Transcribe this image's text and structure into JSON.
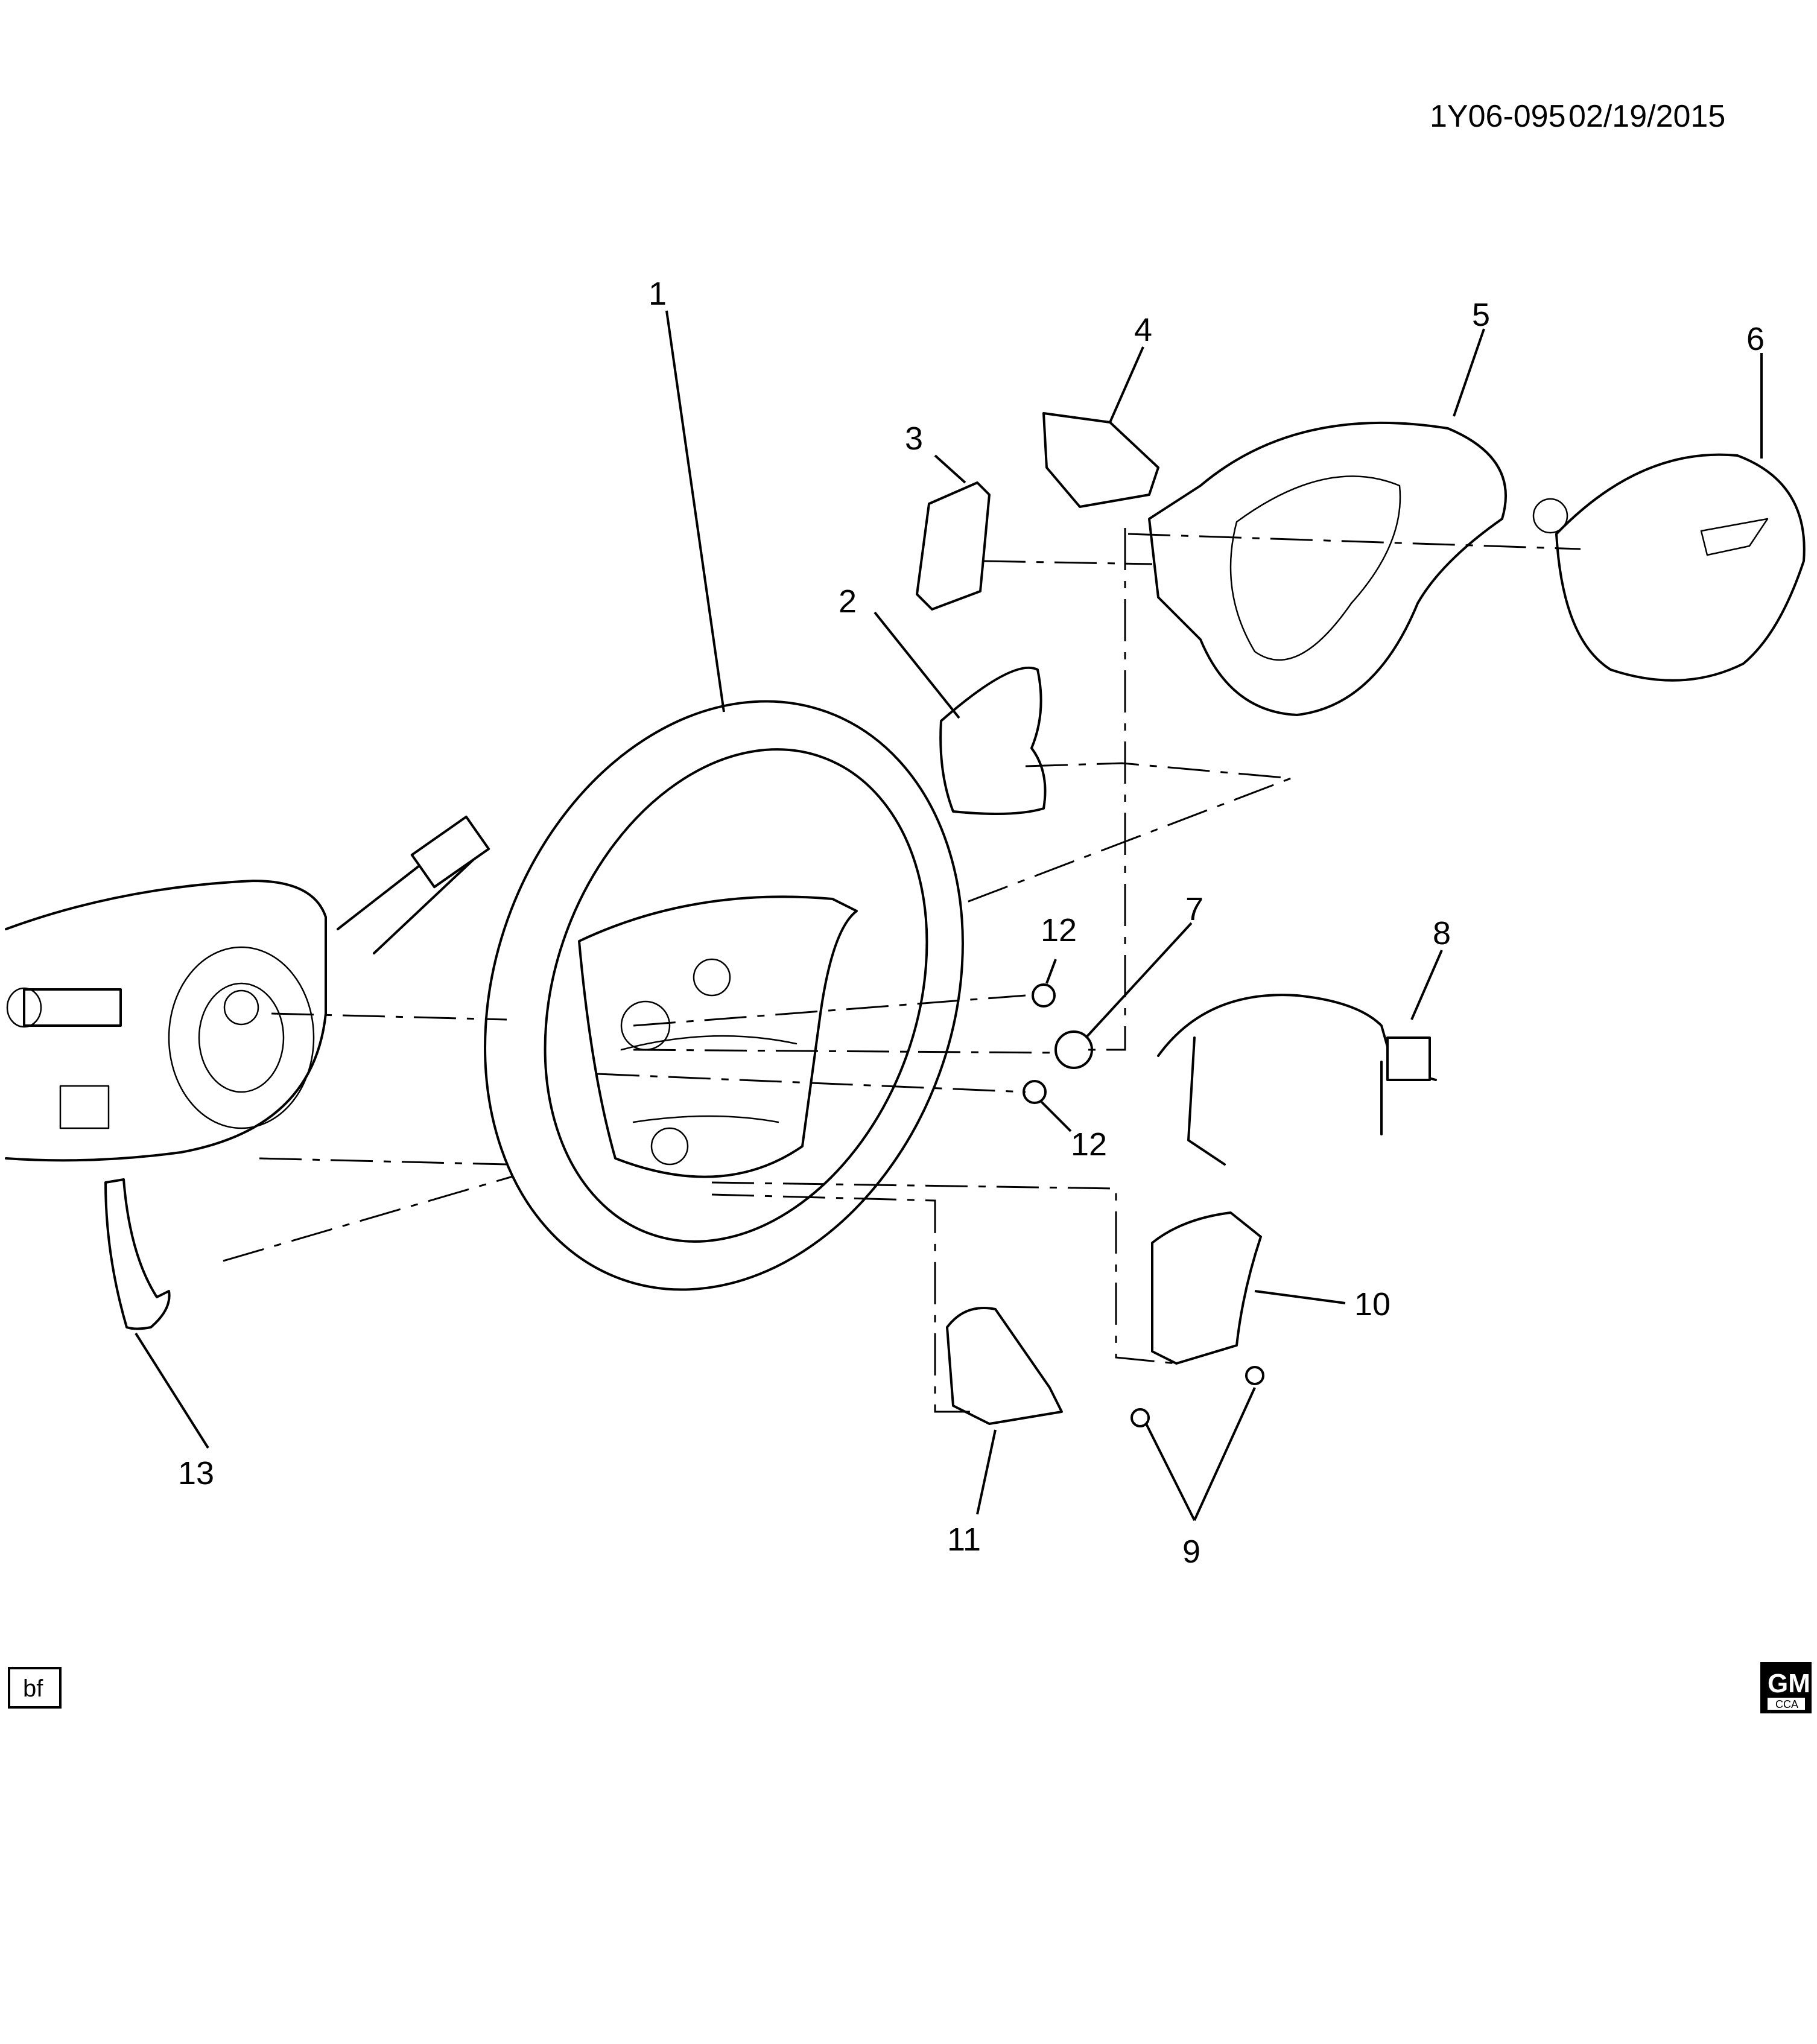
{
  "header": {
    "diagram_id": "1Y06-095",
    "date": "02/19/2015"
  },
  "callouts": [
    "1",
    "2",
    "3",
    "4",
    "5",
    "6",
    "7",
    "8",
    "9",
    "10",
    "11",
    "12",
    "12",
    "13"
  ],
  "footer": {
    "illustrator_code": "bf",
    "logo_text": "GM",
    "logo_subtext": "CCA"
  }
}
